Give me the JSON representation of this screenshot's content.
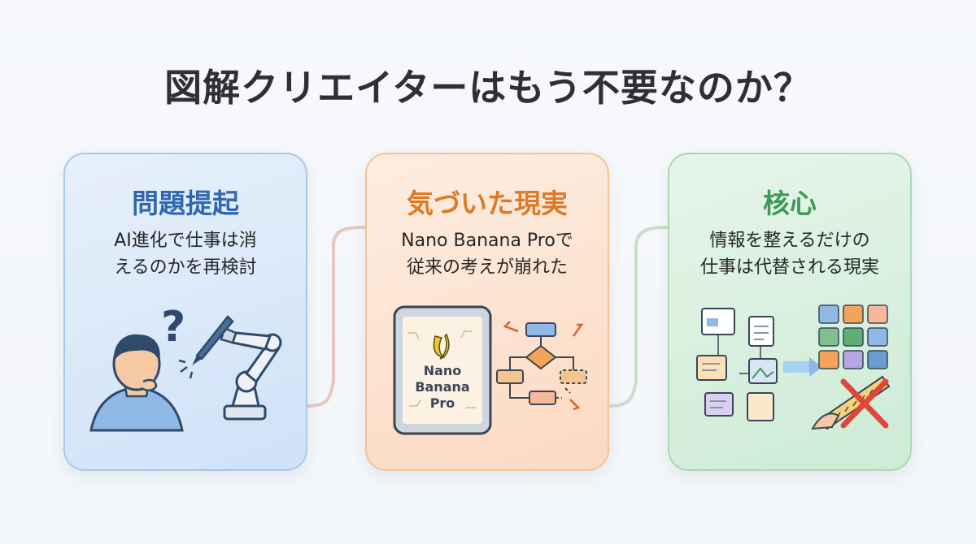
{
  "title": "図解クリエイターはもう不要なのか？",
  "cards": [
    {
      "title": "問題提起",
      "lines": [
        "AI進化で仕事は消",
        "えるのかを再検討"
      ],
      "illustration_icon": "person-thinking-robot-arm-icon"
    },
    {
      "title": "気づいた現実",
      "lines": [
        "Nano Banana Proで",
        "従来の考えが崩れた"
      ],
      "illustration_icon": "tablet-flowchart-icon",
      "tablet_text": [
        "Nano",
        "Banana",
        "Pro"
      ]
    },
    {
      "title": "核心",
      "lines": [
        "情報を整えるだけの",
        "仕事は代替される現実"
      ],
      "illustration_icon": "documents-to-grid-icon"
    }
  ],
  "colors": {
    "blue": "#2f67b0",
    "orange": "#de7a24",
    "green": "#3d9a55",
    "title": "#2f3034"
  }
}
